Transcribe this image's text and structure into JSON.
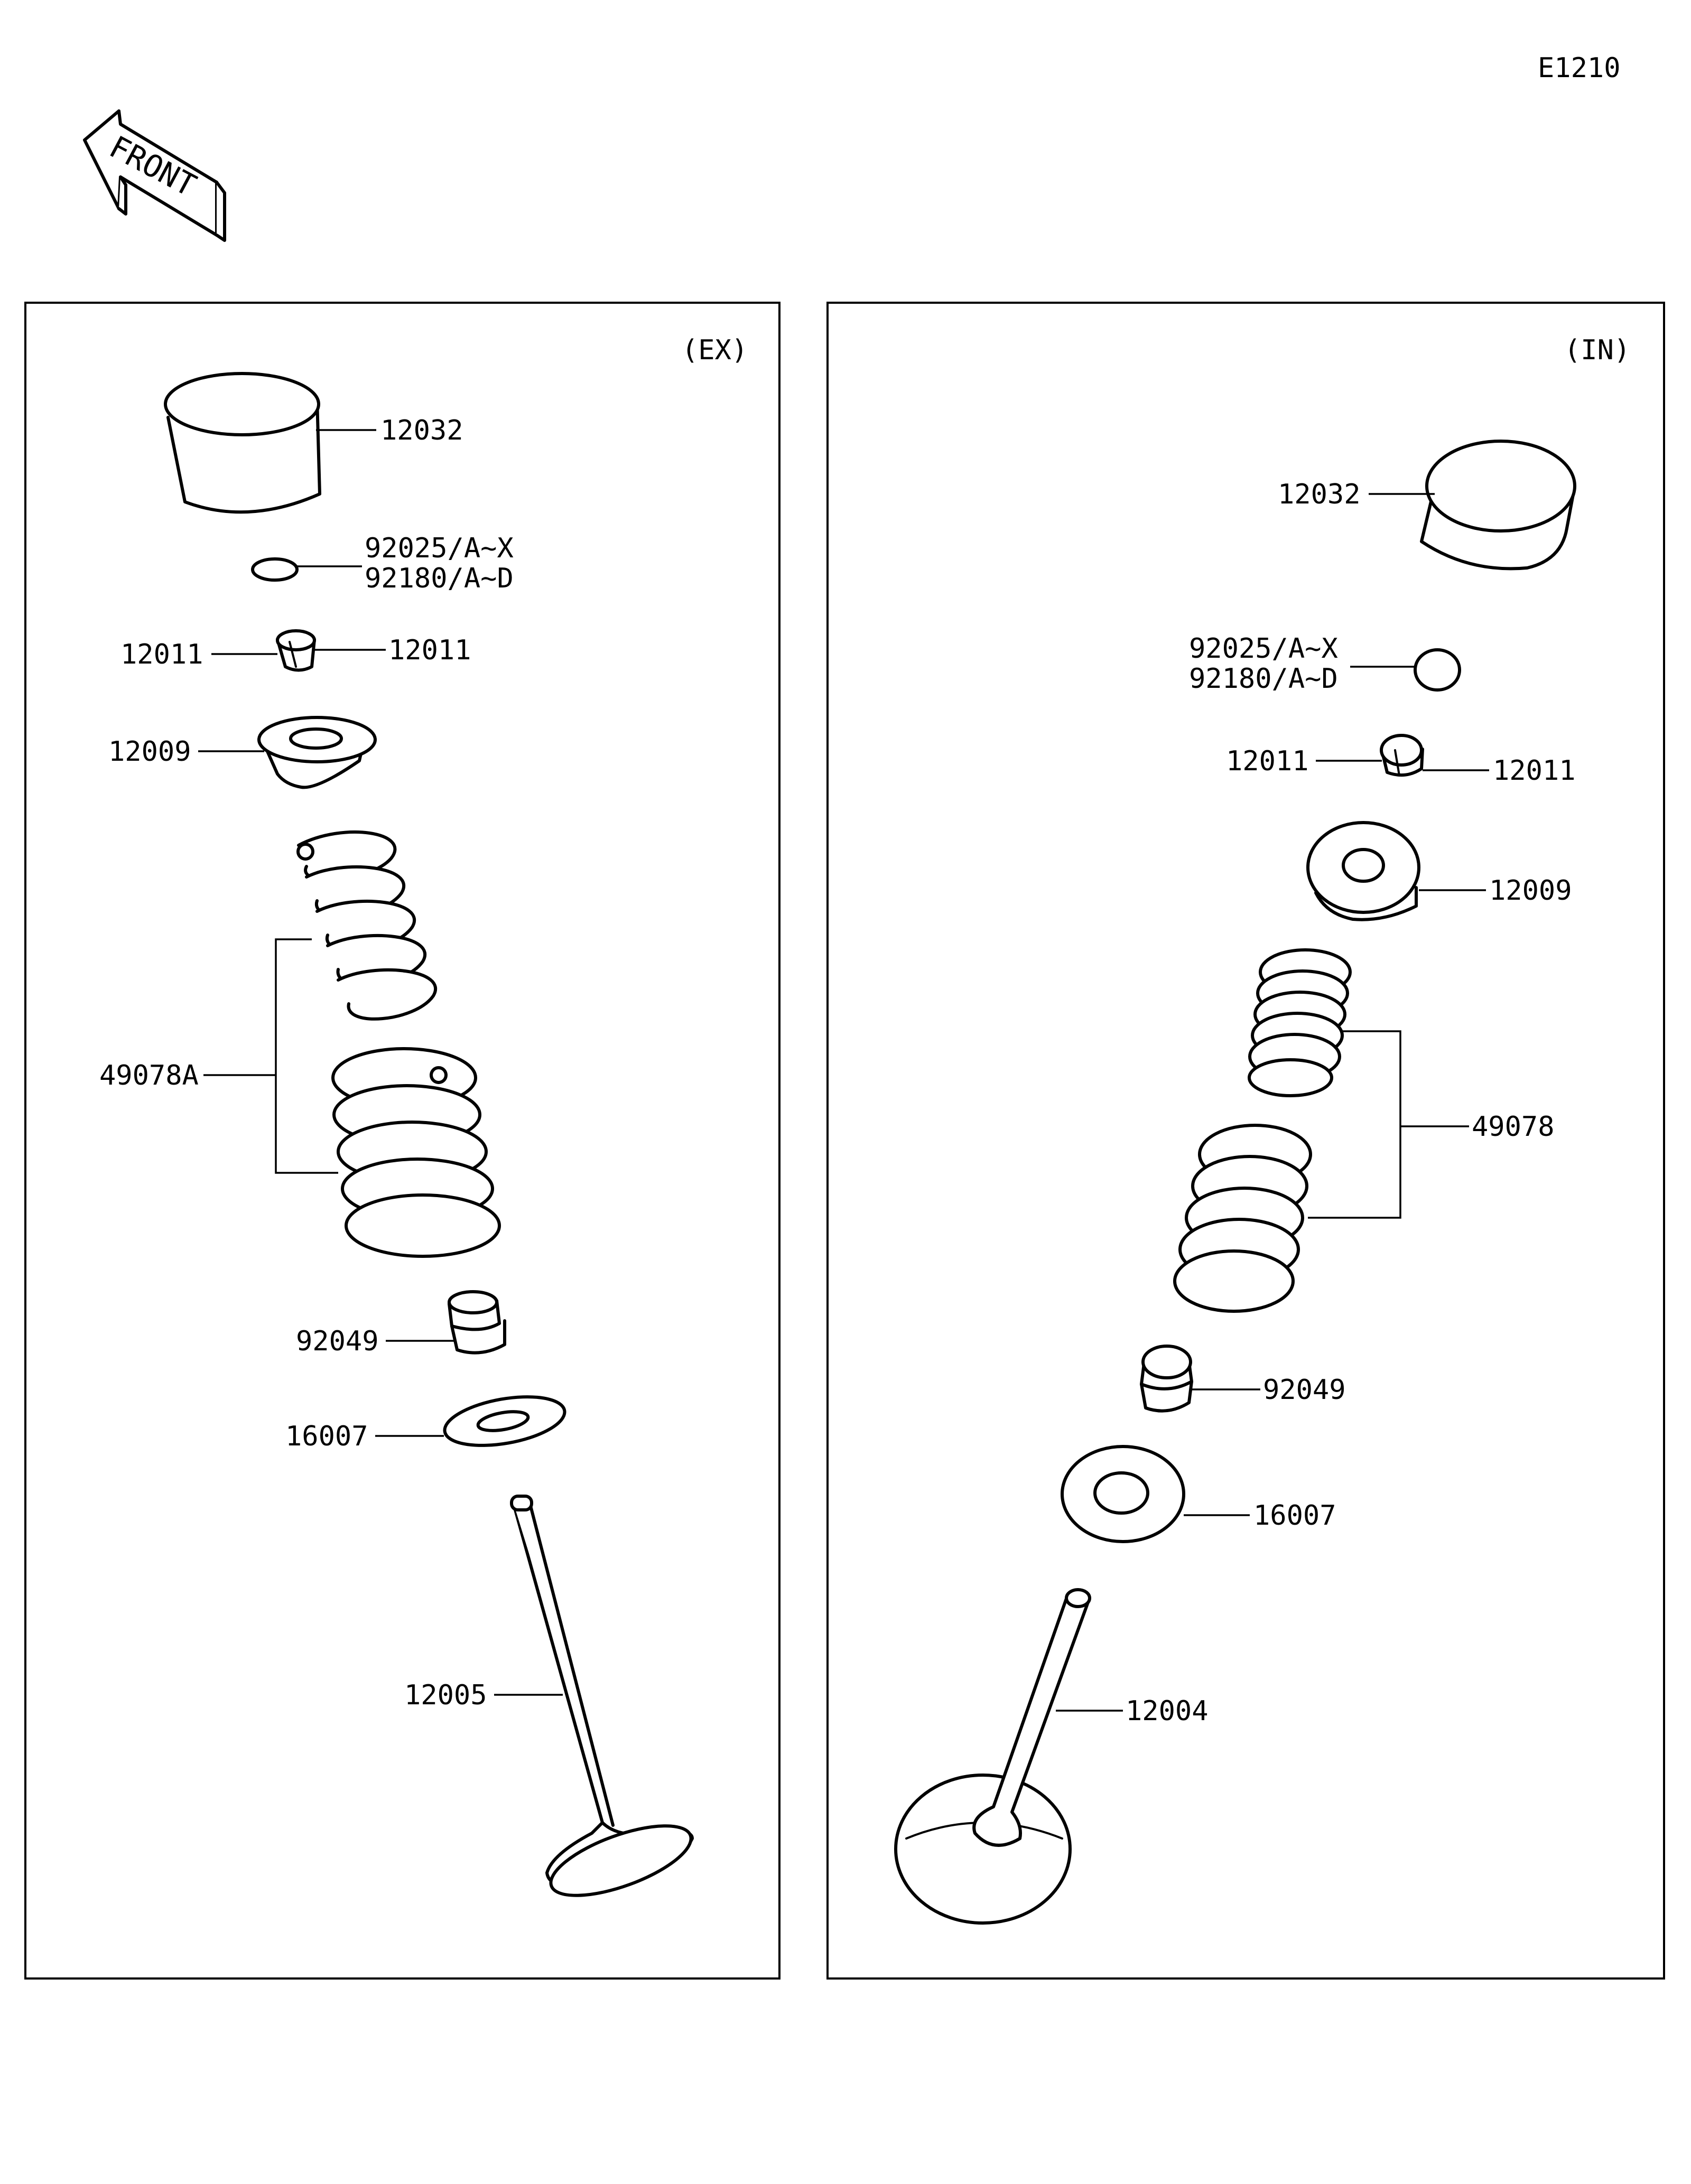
{
  "page_code": "E1210",
  "front_label": "FRONT",
  "panels": {
    "exhaust": {
      "tag": "(EX)",
      "labels": {
        "tappet": "12032",
        "shim_a": "92025/A~X",
        "shim_b": "92180/A~D",
        "cotter_left": "12011",
        "cotter_right": "12011",
        "retainer": "12009",
        "spring_set": "49078A",
        "stem_seal": "92049",
        "spring_seat": "16007",
        "valve": "12005"
      }
    },
    "intake": {
      "tag": "(IN)",
      "labels": {
        "tappet": "12032",
        "shim_a": "92025/A~X",
        "shim_b": "92180/A~D",
        "cotter_left": "12011",
        "cotter_right": "12011",
        "retainer": "12009",
        "spring_set": "49078",
        "stem_seal": "92049",
        "spring_seat": "16007",
        "valve": "12004"
      }
    }
  }
}
